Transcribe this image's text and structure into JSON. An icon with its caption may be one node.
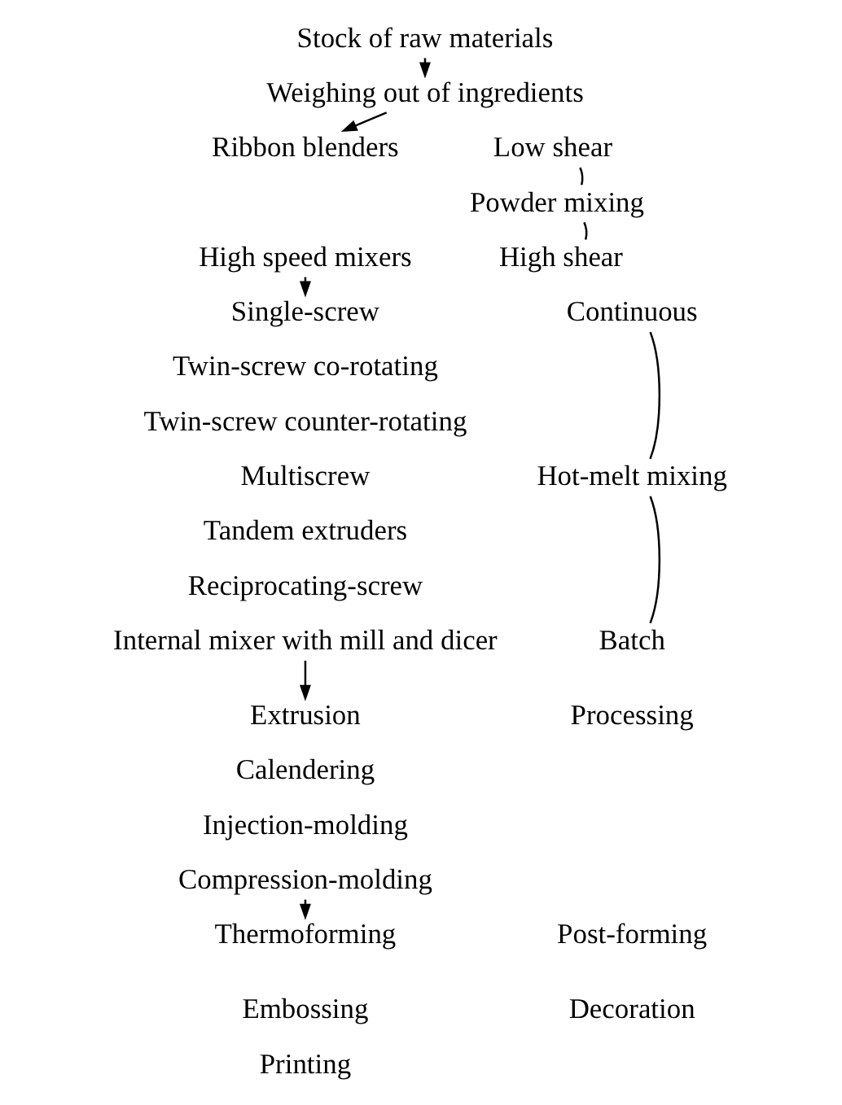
{
  "diagram": {
    "nodes": [
      {
        "text": [
          "Stock of raw materials"
        ]
      },
      {
        "text": [
          "Weighing out of ingredients"
        ]
      },
      {
        "text": [
          "Ribbon blenders"
        ]
      },
      {
        "text": [
          "High speed mixers"
        ]
      },
      {
        "text": [
          "Single-screw"
        ]
      },
      {
        "text": [
          "Twin-screw co-rotating"
        ]
      },
      {
        "text": [
          "Twin-screw counter-rotating"
        ]
      },
      {
        "text": [
          "Multiscrew"
        ]
      },
      {
        "text": [
          "Tandem extruders"
        ]
      },
      {
        "text": [
          "Reciprocating-screw"
        ]
      },
      {
        "text": [
          "Internal mixer with mill and dicer"
        ]
      },
      {
        "text": [
          "Extrusion"
        ]
      },
      {
        "text": [
          "Calendering"
        ]
      },
      {
        "text": [
          "Injection-molding"
        ]
      },
      {
        "text": [
          "Compression-molding"
        ]
      },
      {
        "text": [
          "Thermoforming"
        ]
      },
      {
        "text": [
          "Embossing"
        ]
      },
      {
        "text": [
          "Printing"
        ]
      },
      {
        "text": [
          "Powder mixing"
        ]
      },
      {
        "text": [
          "Low shear"
        ]
      },
      {
        "text": [
          "High shear"
        ]
      },
      {
        "text": [
          "Hot-melt mixing"
        ]
      },
      {
        "text": [
          "Continuous"
        ]
      },
      {
        "text": [
          "Batch"
        ]
      }
    ],
    "edges": [
      {
        "from": 0,
        "to": 1,
        "arrow": "to"
      },
      {
        "from": 1,
        "to": 2,
        "arrow": "to"
      },
      {
        "from": 3,
        "to": 4,
        "arrow": "to"
      },
      {
        "from": 10,
        "to": 11,
        "arrow": "to"
      },
      {
        "from": 14,
        "to": 15,
        "arrow": "to"
      },
      {
        "from": 18,
        "to": 19,
        "arrow": "none"
      },
      {
        "from": 18,
        "to": 20,
        "arrow": "none"
      },
      {
        "from": 21,
        "to": 22,
        "arrow": "none"
      },
      {
        "from": 21,
        "to": 23,
        "arrow": "none"
      }
    ],
    "labels": [
      "Processing",
      "Post-forming",
      "Decoration"
    ]
  }
}
